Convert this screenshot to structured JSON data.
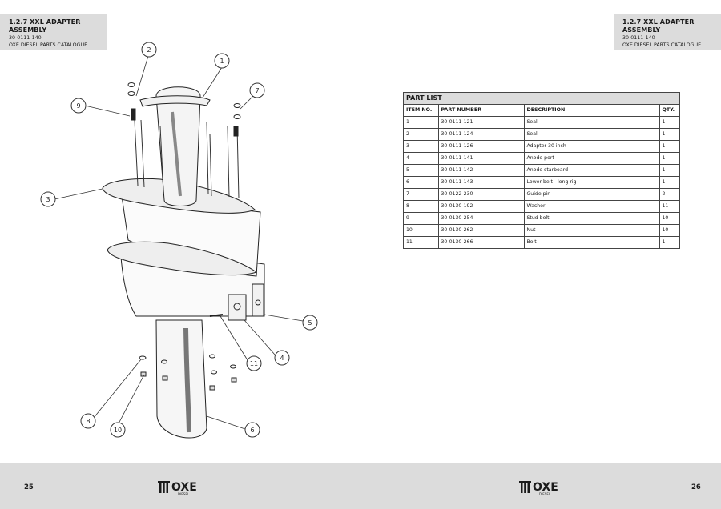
{
  "header_left": {
    "title": "1.2.7 XXL ADAPTER ASSEMBLY",
    "code": "30-0111-140",
    "catalogue": "OXE DIESEL PARTS CATALOGUE"
  },
  "header_right": {
    "title": "1.2.7 XXL ADAPTER ASSEMBLY",
    "code": "30-0111-140",
    "catalogue": "OXE DIESEL PARTS CATALOGUE"
  },
  "page_left": "25",
  "page_right": "26",
  "logo": {
    "word": "OXE",
    "sub": "DIESEL"
  },
  "callouts": [
    "1",
    "2",
    "3",
    "4",
    "5",
    "6",
    "7",
    "8",
    "9",
    "10",
    "11"
  ],
  "part_list": {
    "title": "PART LIST",
    "columns": [
      "ITEM NO.",
      "PART NUMBER",
      "DESCRIPTION",
      "QTY."
    ],
    "rows": [
      [
        "1",
        "30-0111-121",
        "Seal",
        "1"
      ],
      [
        "2",
        "30-0111-124",
        "Seal",
        "1"
      ],
      [
        "3",
        "30-0111-126",
        "Adapter 30 inch",
        "1"
      ],
      [
        "4",
        "30-0111-141",
        "Anode port",
        "1"
      ],
      [
        "5",
        "30-0111-142",
        "Anode starboard",
        "1"
      ],
      [
        "6",
        "30-0111-143",
        "Lower belt - long rig",
        "1"
      ],
      [
        "7",
        "30-0122-230",
        "Guide pin",
        "2"
      ],
      [
        "8",
        "30-0130-192",
        "Washer",
        "11"
      ],
      [
        "9",
        "30-0130-254",
        "Stud bolt",
        "10"
      ],
      [
        "10",
        "30-0130-262",
        "Nut",
        "10"
      ],
      [
        "11",
        "30-0130-266",
        "Bolt",
        "1"
      ]
    ]
  },
  "colors": {
    "header_bg": "#dcdcdc",
    "footer_bg": "#dcdcdc",
    "line": "#222222"
  }
}
